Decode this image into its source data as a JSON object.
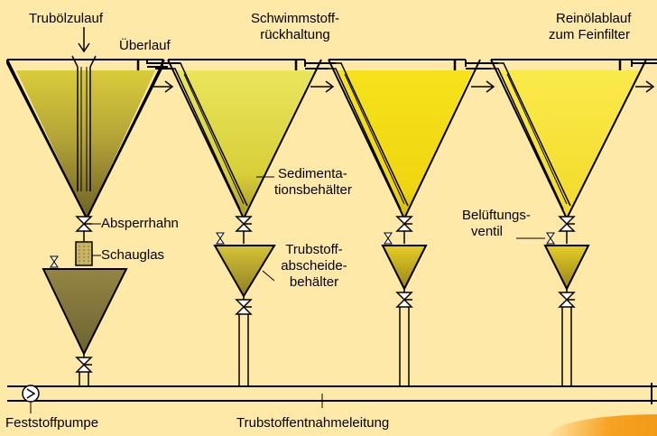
{
  "labels": {
    "trubolzulauf": "Trubölzulauf",
    "ueberlauf": "Überlauf",
    "schwimmstoff_1": "Schwimmstoff-",
    "schwimmstoff_2": "rückhaltung",
    "reinoel_1": "Reinölablauf",
    "reinoel_2": "zum Feinfilter",
    "sediment_1": "Sedimenta-",
    "sediment_2": "tionsbehälter",
    "absperrhahn": "Absperrhahn",
    "schauglas": "Schauglas",
    "trubstoff_1": "Trubstoff-",
    "trubstoff_2": "abscheide-",
    "trubstoff_3": "behälter",
    "belueftung_1": "Belüftungs-",
    "belueftung_2": "ventil",
    "feststoffpumpe": "Feststoffpumpe",
    "trubstoffentnahme": "Trubstoffentnahmeleitung"
  },
  "colors": {
    "background": "#FFE9A8",
    "line": "#000000",
    "oil_stage1": "#D9C93A",
    "oil_stage2": "#E8E25A",
    "oil_stage3": "#F2DC1A",
    "oil_stage4": "#F7E63E",
    "sediment_dark": "#7E6F25",
    "collector": "#8A7A3A",
    "accent_orange": "#F39A18"
  }
}
